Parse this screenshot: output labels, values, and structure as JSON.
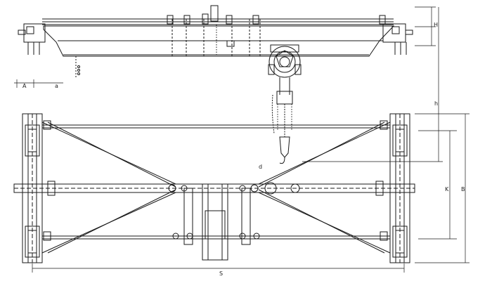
{
  "drawing": {
    "line_color": "#1a1a1a",
    "background": "#ffffff"
  },
  "dimensions": {
    "span": "S",
    "wheel_base": "K",
    "width": "B",
    "lift_height": "h",
    "top_height": "H",
    "offset_a": "A",
    "offset_b": "a",
    "hook_mark": "d"
  }
}
